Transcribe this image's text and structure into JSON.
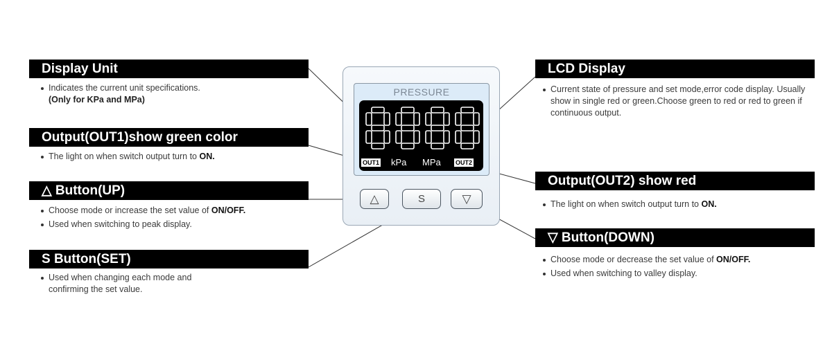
{
  "callouts": {
    "display_unit": {
      "title": "Display Unit",
      "bullets": [
        "Indicates the current unit specifications."
      ],
      "note": "(Only for KPa and MPa)"
    },
    "out1": {
      "title": "Output(OUT1)show green color",
      "bullets": [
        {
          "text": "The light on when switch output turn to ",
          "bold": "ON."
        }
      ]
    },
    "up": {
      "title": "△ Button(UP)",
      "bullets": [
        {
          "text": "Choose mode or increase the set value of ",
          "bold": "ON/OFF."
        },
        {
          "text": "Used when switching to peak display.",
          "bold": ""
        }
      ]
    },
    "set": {
      "title": "S Button(SET)",
      "bullets": [
        "Used when changing each mode and confirming the set value."
      ]
    },
    "lcd": {
      "title": "LCD Display",
      "bullets": [
        "Current state of pressure and set mode,error code display. Usually show in single red or green.Choose green to red or red to green if continuous output."
      ]
    },
    "out2": {
      "title": "Output(OUT2) show red",
      "bullets": [
        {
          "text": "The light on when switch output turn to ",
          "bold": "ON."
        }
      ]
    },
    "down": {
      "title": "▽ Button(DOWN)",
      "bullets": [
        {
          "text": "Choose mode or decrease the set value of ",
          "bold": "ON/OFF."
        },
        {
          "text": "Used when switching to valley display.",
          "bold": ""
        }
      ]
    }
  },
  "device": {
    "lcd_title": "PRESSURE",
    "readout": "8888",
    "out1_tag": "OUT1",
    "out2_tag": "OUT2",
    "unit_kpa": "kPa",
    "unit_mpa": "MPa",
    "btn_up": "△",
    "btn_set": "S",
    "btn_down": "▽",
    "segment_color": "#ffffff",
    "screen_color": "#000000"
  }
}
